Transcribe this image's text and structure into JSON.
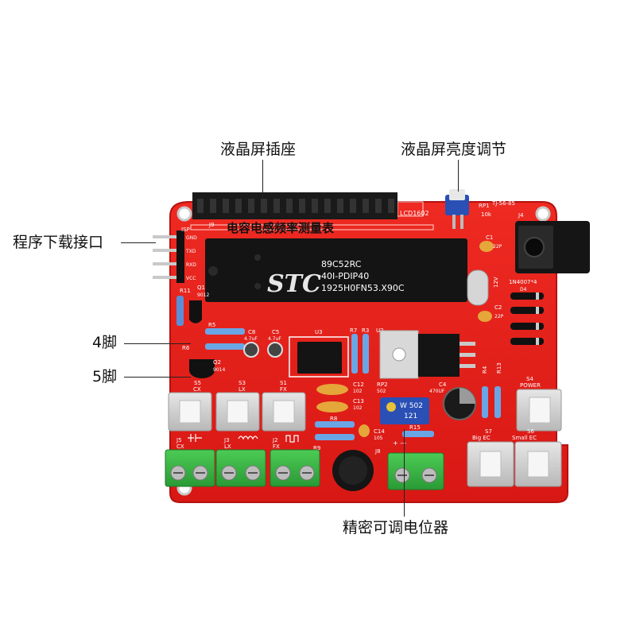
{
  "callouts": {
    "lcd_socket": "液晶屏插座",
    "lcd_brightness": "液晶屏亮度调节",
    "download_port": "程序下载接口",
    "pin4": "4脚",
    "pin5": "5脚",
    "precision_pot": "精密可调电位器"
  },
  "board": {
    "title": "电容电感频率测量表",
    "lcd_label": "LCD1602",
    "j9": "J9",
    "rp1": "RP1",
    "rp1_value": "10k",
    "model": "TJ-56-85",
    "j4": "J4",
    "isp": "ISP",
    "isp_pins": [
      "GND",
      "TXD",
      "RXD",
      "VCC"
    ],
    "c1": "C1",
    "c1_value": "22P",
    "c2": "C2",
    "c2_value": "22P",
    "diode": "1N4007*4",
    "d4": "D4",
    "v12": "12V",
    "r11": "R11",
    "q1": "Q1",
    "q1_value": "9012",
    "r5": "R5",
    "r6": "R6",
    "c8": "C8",
    "c8_value": "4.7uF",
    "c5": "C5",
    "c5_value": "4.7uF",
    "q2": "Q2",
    "q2_value": "9014",
    "u3": "U3",
    "r7": "R7",
    "r3": "R3",
    "u2": "U2",
    "r4": "R4",
    "r13": "R13",
    "s4": "S4",
    "power": "POWER",
    "s5": "S5",
    "cx": "CX",
    "s3": "S3",
    "lx": "LX",
    "s1": "S1",
    "fx": "FX",
    "c12": "C12",
    "c12_value": "102",
    "c13": "C13",
    "c13_value": "102",
    "rp2": "RP2",
    "rp2_value": "502",
    "c4": "C4",
    "c4_value": "470UF",
    "pot_text": [
      "W 502",
      "121"
    ],
    "r8": "R8",
    "r15": "R15",
    "c14": "C14",
    "c14_value": "105",
    "s7": "S7",
    "big_ec": "Big EC",
    "s6": "S6",
    "small_ec": "Small EC",
    "j5": "J5",
    "j3": "J3",
    "j2": "J2",
    "r9": "R9",
    "j8": "J8",
    "plus_minus": "+ —"
  },
  "chip": {
    "logo": "STC",
    "lines": [
      "89C52RC",
      "40I-PDIP40",
      "1925H0FN53.X90C"
    ]
  },
  "colors": {
    "pcb": "#e8201c",
    "header": "#1a1a1a",
    "terminal": "#3fbf4a",
    "switch": "#d8d8d8",
    "pot": "#2a4fb5"
  }
}
